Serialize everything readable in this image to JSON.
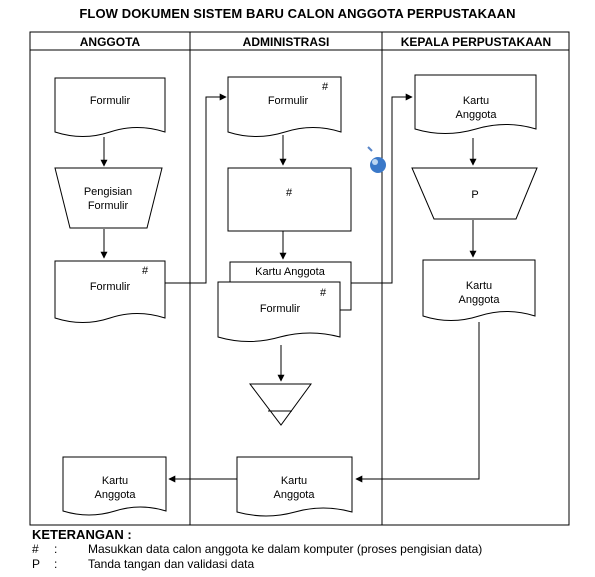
{
  "title": "FLOW DOKUMEN SISTEM BARU CALON ANGGOTA PERPUSTAKAAN",
  "lanes": [
    "ANGGOTA",
    "ADMINISTRASI",
    "KEPALA PERPUSTAKAAN"
  ],
  "shapes": {
    "anggota_formulir": "Formulir",
    "anggota_pengisian_1": "Pengisian",
    "anggota_pengisian_2": "Formulir",
    "anggota_formulir2": "Formulir",
    "anggota_formulir2_mark": "#",
    "admin_formulir": "Formulir",
    "admin_formulir_mark": "#",
    "admin_process_mark": "#",
    "admin_kartu_anggota": "Kartu Anggota",
    "admin_formulir2": "Formulir",
    "admin_formulir2_mark": "#",
    "admin_kartu_bottom_1": "Kartu",
    "admin_kartu_bottom_2": "Anggota",
    "anggota_kartu_bottom_1": "Kartu",
    "anggota_kartu_bottom_2": "Anggota",
    "kepala_kartu_1": "Kartu",
    "kepala_kartu_2": "Anggota",
    "kepala_process_mark": "P",
    "kepala_kartu2_1": "Kartu",
    "kepala_kartu2_2": "Anggota"
  },
  "legend": {
    "heading": "KETERANGAN :",
    "items": [
      {
        "symbol": "#",
        "sep": ":",
        "text": "Masukkan data calon anggota ke dalam komputer (proses pengisian data)"
      },
      {
        "symbol": "P",
        "sep": ":",
        "text": "Tanda tangan dan validasi data"
      }
    ]
  }
}
